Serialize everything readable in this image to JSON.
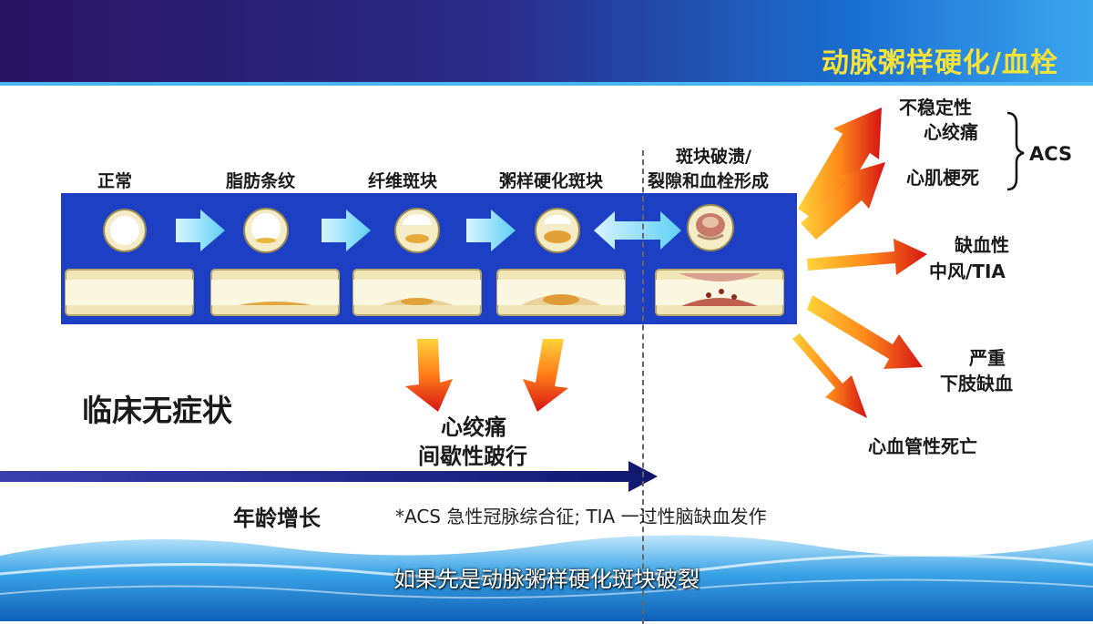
{
  "header": {
    "title": "动脉粥样硬化/血栓"
  },
  "stages": {
    "normal": "正常",
    "fatty_streak": "脂肪条纹",
    "fibrous_plaque": "纤维斑块",
    "atheroma": "粥样硬化斑块",
    "rupture_line1": "斑块破溃/",
    "rupture_line2": "裂隙和血栓形成"
  },
  "outcomes": {
    "unstable_line1": "不稳定性",
    "unstable_line2": "心绞痛",
    "mi": "心肌梗死",
    "acs": "ACS",
    "stroke_line1": "缺血性",
    "stroke_line2": "中风/TIA",
    "limb_line1": "严重",
    "limb_line2": "下肢缺血",
    "death": "心血管性死亡"
  },
  "left": {
    "asymptomatic": "临床无症状",
    "angina": "心绞痛",
    "claudication": "间歇性跛行",
    "age": "年龄增长",
    "footnote": "*ACS  急性冠脉综合征; TIA  一过性脑缺血发作"
  },
  "subtitle": "如果先是动脉粥样硬化斑块破裂",
  "colors": {
    "band": "#1d3fc4",
    "title": "#f4e23a",
    "header": "#2a2b86"
  }
}
